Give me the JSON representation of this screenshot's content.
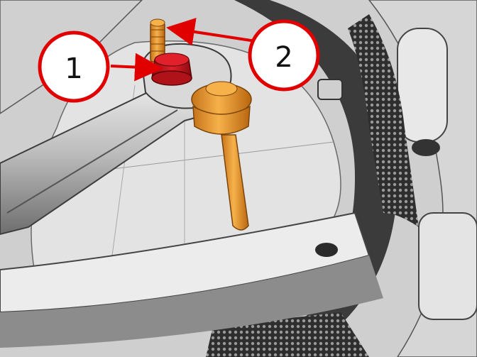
{
  "callouts": [
    {
      "id": "callout-1",
      "label": "1",
      "target": "lock-nut"
    },
    {
      "id": "callout-2",
      "label": "2",
      "target": "threaded-stud"
    }
  ],
  "colors": {
    "callout_ring": "#e00000",
    "callout_fill": "#ffffff",
    "callout_text": "#111111",
    "arrow": "#e00000",
    "highlight_red": "#c8101c",
    "highlight_orange": "#e8961e",
    "housing": "#dadada",
    "shadow": "#3a3a3a"
  }
}
